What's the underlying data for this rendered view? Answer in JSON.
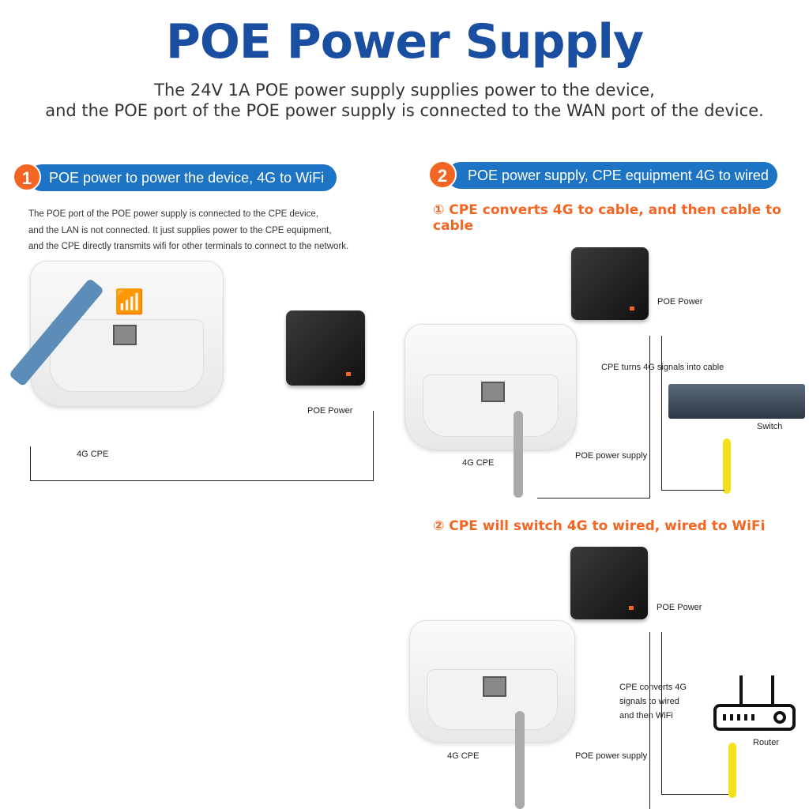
{
  "title": "POE Power Supply",
  "subtitle": [
    "The 24V 1A POE power supply supplies power to the device,",
    "and the POE port of the POE power supply is  connected to the WAN port of the device."
  ],
  "section1": {
    "number": "1",
    "heading": "POE power to power the device, 4G to WiFi",
    "description": [
      "The POE port of the POE power supply is connected to the CPE device,",
      "and the LAN is not connected. It just supplies power to the CPE equipment,",
      "and the CPE directly transmits wifi for other terminals to connect to the network."
    ],
    "labels": {
      "poe": "POE Power",
      "cpe": "4G CPE"
    }
  },
  "section2": {
    "number": "2",
    "heading": "POE power supply, CPE equipment 4G to wired",
    "modeA": {
      "heading": "① CPE converts 4G to cable, and then cable to cable",
      "poe": "POE Power",
      "note": "CPE turns 4G signals into cable",
      "switch": "Switch",
      "cpe": "4G CPE",
      "supply": "POE power supply"
    },
    "modeB": {
      "heading": "② CPE will switch 4G to wired, wired to WiFi",
      "poe": "POE Power",
      "note": [
        "CPE converts 4G",
        "signals to wired",
        "and then WiFi"
      ],
      "router": "Router",
      "cpe": "4G CPE",
      "supply": "POE power supply"
    }
  },
  "colors": {
    "title": "#1a4ea0",
    "pill": "#1d73c4",
    "accent": "#f26522"
  }
}
